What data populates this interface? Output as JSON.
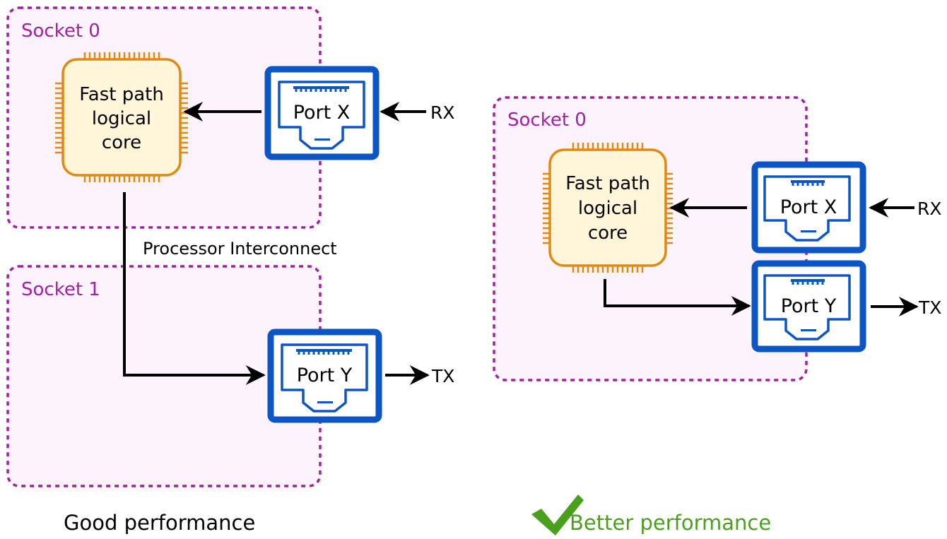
{
  "left_diagram": {
    "socket_top_label": "Socket 0",
    "socket_bottom_label": "Socket 1",
    "core_label": [
      "Fast path",
      "logical",
      "core"
    ],
    "port_x_label": "Port X",
    "port_y_label": "Port Y",
    "rx_label": "RX",
    "tx_label": "TX",
    "interconnect_label": "Processor Interconnect",
    "caption": "Good performance"
  },
  "right_diagram": {
    "socket_label": "Socket 0",
    "core_label": [
      "Fast path",
      "logical",
      "core"
    ],
    "port_x_label": "Port X",
    "port_y_label": "Port Y",
    "rx_label": "RX",
    "tx_label": "TX",
    "caption": "Better performance",
    "check_icon": "checkmark-icon"
  },
  "colors": {
    "socket_border": "#a020a0",
    "socket_fill": "#fdf3fc",
    "socket_label": "#a020a0",
    "core_border": "#e08a10",
    "core_fill": "#fff5d8",
    "port_blue": "#0b55c4",
    "arrow": "#000000",
    "caption_green": "#4aa01c"
  }
}
